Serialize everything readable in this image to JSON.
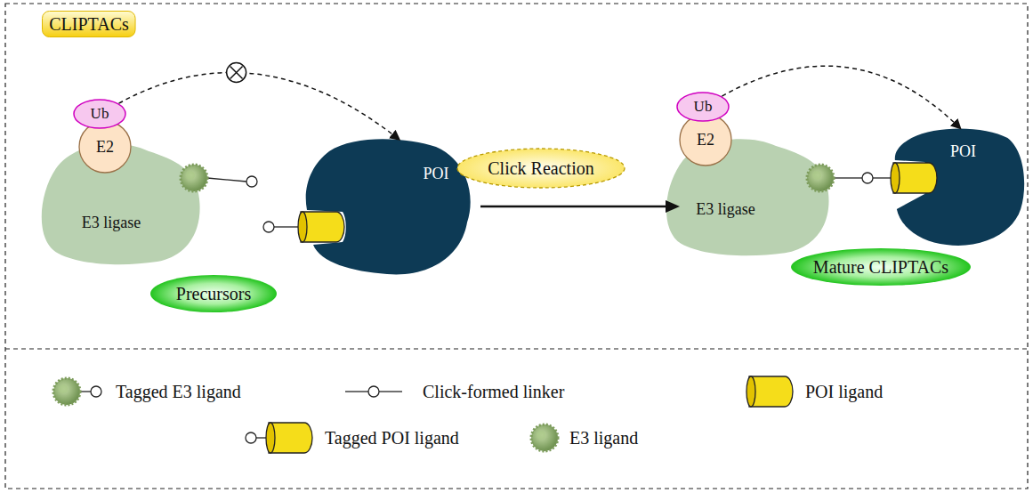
{
  "diagram": {
    "nodes": [
      {
        "text": [
          "CLIPTACs"
        ]
      },
      {
        "text": [
          "Ub"
        ]
      },
      {
        "text": [
          "E2"
        ]
      },
      {
        "text": [
          "E3 ligase"
        ]
      },
      {
        "text": [
          "POI"
        ]
      },
      {
        "text": [
          "Click Reaction"
        ]
      },
      {
        "text": [
          "Ub"
        ]
      },
      {
        "text": [
          "E2"
        ]
      },
      {
        "text": [
          "E3 ligase"
        ]
      },
      {
        "text": [
          "POI"
        ]
      },
      {
        "text": [
          "Precursors"
        ]
      },
      {
        "text": [
          "Mature CLIPTACs"
        ]
      }
    ],
    "edges": [
      {
        "from": 1,
        "to": 4,
        "arrow": "to"
      },
      {
        "from": 6,
        "to": 9,
        "arrow": "to"
      }
    ],
    "legend": [
      {
        "text": "Tagged E3 ligand"
      },
      {
        "text": "Click-formed linker"
      },
      {
        "text": "POI ligand"
      },
      {
        "text": "Tagged POI ligand"
      },
      {
        "text": "E3 ligand"
      }
    ]
  }
}
